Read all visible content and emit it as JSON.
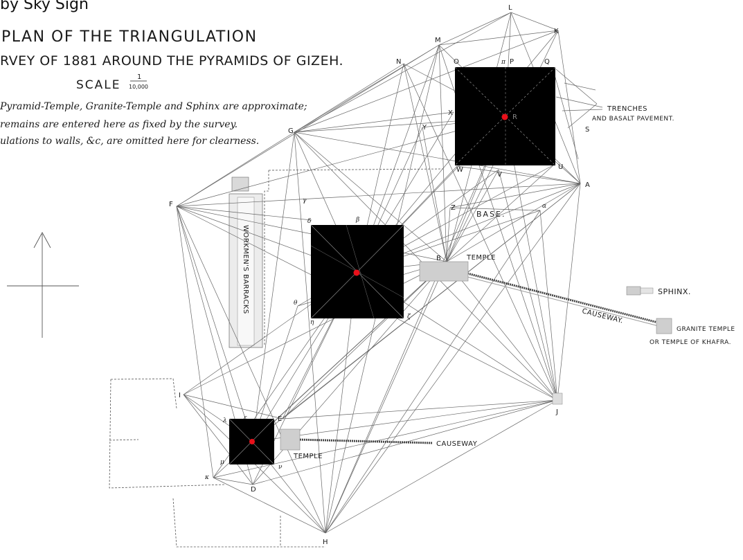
{
  "top_bar_text": "by Sky Sign",
  "title": {
    "line1": "PLAN OF THE TRIANGULATION",
    "line2": "RVEY OF 1881 AROUND THE PYRAMIDS OF GIZEH.",
    "scale_word": "SCALE",
    "scale_numerator": "1",
    "scale_denominator": "10,000"
  },
  "notes": [
    "Pyramid-Temple, Granite-Temple and Sphinx are approximate;",
    "remains are entered here as fixed by the survey.",
    "ulations to walls, &c, are omitted here for clearness."
  ],
  "place_labels": {
    "trenches": "TRENCHES",
    "basalt": "AND BASALT PAVEMENT.",
    "base": "BASE.",
    "temple_b": "TEMPLE",
    "sphinx": "SPHINX.",
    "causeway_1": "CAUSEWAY.",
    "granite_temple": "GRANITE TEMPLE",
    "temple_of_khafra": "OR TEMPLE OF KHAFRA.",
    "causeway_2": "CAUSEWAY",
    "temple_small": "TEMPLE",
    "barracks": "WORKMEN'S BARRACKS"
  },
  "station_labels": {
    "L": "L",
    "K": "K",
    "M": "M",
    "N": "N",
    "O": "O",
    "P": "P",
    "Q": "Q",
    "X": "X",
    "Y": "Y",
    "R": "R",
    "S": "S",
    "W": "W",
    "V": "V",
    "U": "U",
    "A": "A",
    "G": "G",
    "F": "F",
    "Z": "Z",
    "B": "B",
    "J": "J",
    "I": "I",
    "E": "E",
    "D": "D",
    "H": "H"
  },
  "greek_labels": {
    "pi": "π",
    "alpha": "α",
    "beta": "β",
    "gamma": "γ",
    "delta": "δ",
    "theta": "θ",
    "zeta": "ζ",
    "eta": "η",
    "epsilon": "ε",
    "lambda": "λ",
    "kappa": "κ",
    "mu": "μ",
    "nu": "ν"
  },
  "colors": {
    "pyramid": "#000000",
    "apex_marker": "#e8101a",
    "ink": "#1a1a1a",
    "ray": "#666666"
  }
}
